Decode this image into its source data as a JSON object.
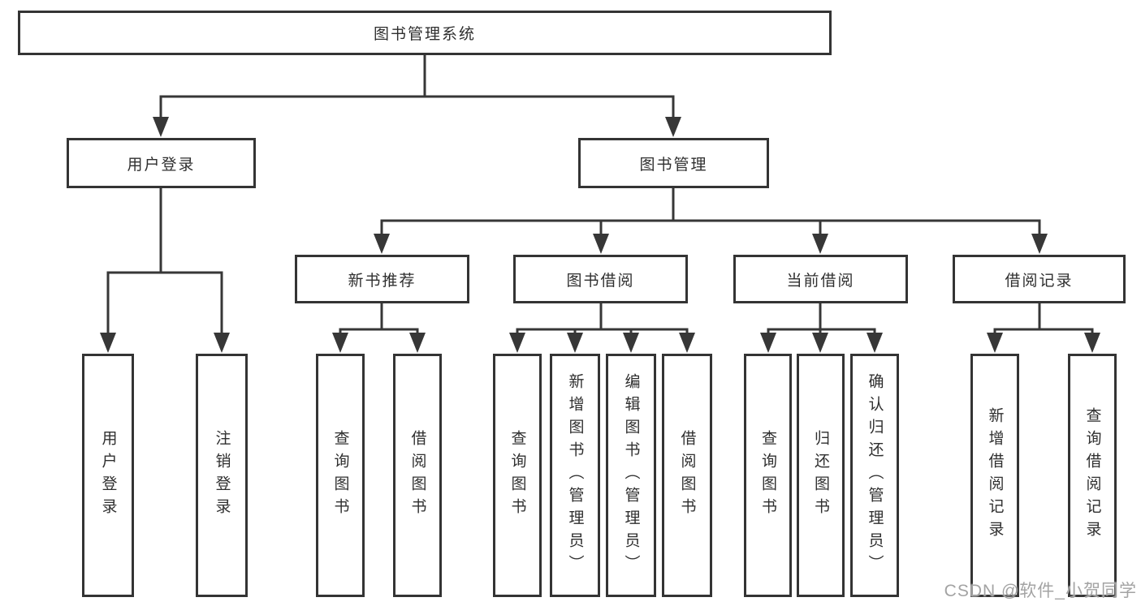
{
  "diagram": {
    "root": {
      "label": "图书管理系统"
    },
    "branches": [
      {
        "label": "用户登录",
        "children": [
          {
            "label": "用户登录"
          },
          {
            "label": "注销登录"
          }
        ]
      },
      {
        "label": "图书管理",
        "children": [
          {
            "label": "新书推荐",
            "children": [
              {
                "label": "查询图书"
              },
              {
                "label": "借阅图书"
              }
            ]
          },
          {
            "label": "图书借阅",
            "children": [
              {
                "label": "查询图书"
              },
              {
                "label": "新增图书（管理员）"
              },
              {
                "label": "编辑图书（管理员）"
              },
              {
                "label": "借阅图书"
              }
            ]
          },
          {
            "label": "当前借阅",
            "children": [
              {
                "label": "查询图书"
              },
              {
                "label": "归还图书"
              },
              {
                "label": "确认归还（管理员）"
              }
            ]
          },
          {
            "label": "借阅记录",
            "children": [
              {
                "label": "新增借阅记录"
              },
              {
                "label": "查询借阅记录"
              }
            ]
          }
        ]
      }
    ]
  },
  "watermark": {
    "text": "CSDN @软件_小贺同学"
  },
  "colors": {
    "line": "#373737",
    "border": "#343434",
    "text": "#2f2f2f",
    "background": "#ffffff",
    "watermark": "#a3a3a3"
  }
}
